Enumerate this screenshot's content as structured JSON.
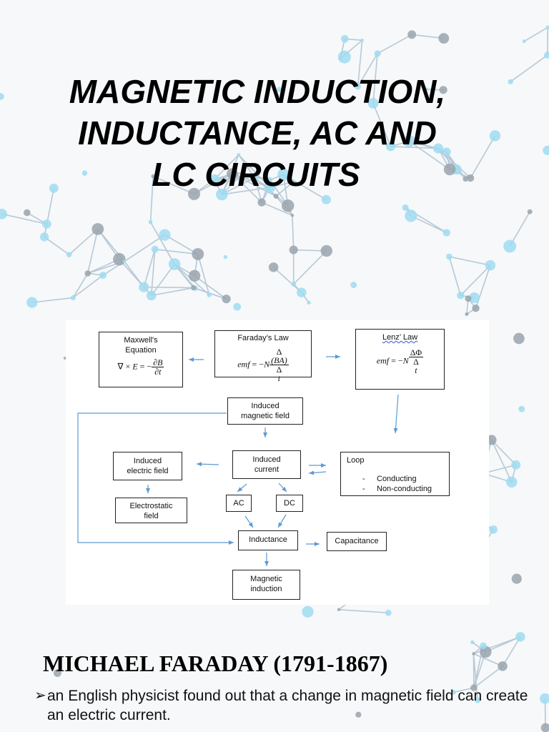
{
  "title_lines": [
    "MAGNETIC INDUCTION,",
    "INDUCTANCE, AC AND",
    "LC CIRCUITS"
  ],
  "diagram": {
    "maxwell": {
      "title": "Maxwell's",
      "subtitle": "Equation"
    },
    "faraday": {
      "title": "Faraday’s Law"
    },
    "lenz": {
      "title": "Lenz’ Law"
    },
    "induced_magnetic_field": {
      "line1": "Induced",
      "line2": "magnetic field"
    },
    "induced_electric_field": {
      "line1": "Induced",
      "line2": "electric field"
    },
    "induced_current": {
      "line1": "Induced",
      "line2": "current"
    },
    "loop": {
      "title": "Loop",
      "items": [
        "Conducting",
        "Non-conducting"
      ]
    },
    "electrostatic_field": {
      "line1": "Electrostatic",
      "line2": "field"
    },
    "ac": "AC",
    "dc": "DC",
    "inductance": "Inductance",
    "capacitance": "Capacitance",
    "magnetic_induction": {
      "line1": "Magnetic",
      "line2": "induction"
    }
  },
  "bio": {
    "heading": "MICHAEL FARADAY (1791-1867)",
    "bullet_mark": "➢",
    "bullet_text": "an English physicist found out that a change in magnetic field can create an electric current."
  },
  "colors": {
    "arrow": "#5b9bd5",
    "node_light": "#9fdcf0",
    "node_gray": "#9aa4ad",
    "line": "#b7c9d6"
  }
}
